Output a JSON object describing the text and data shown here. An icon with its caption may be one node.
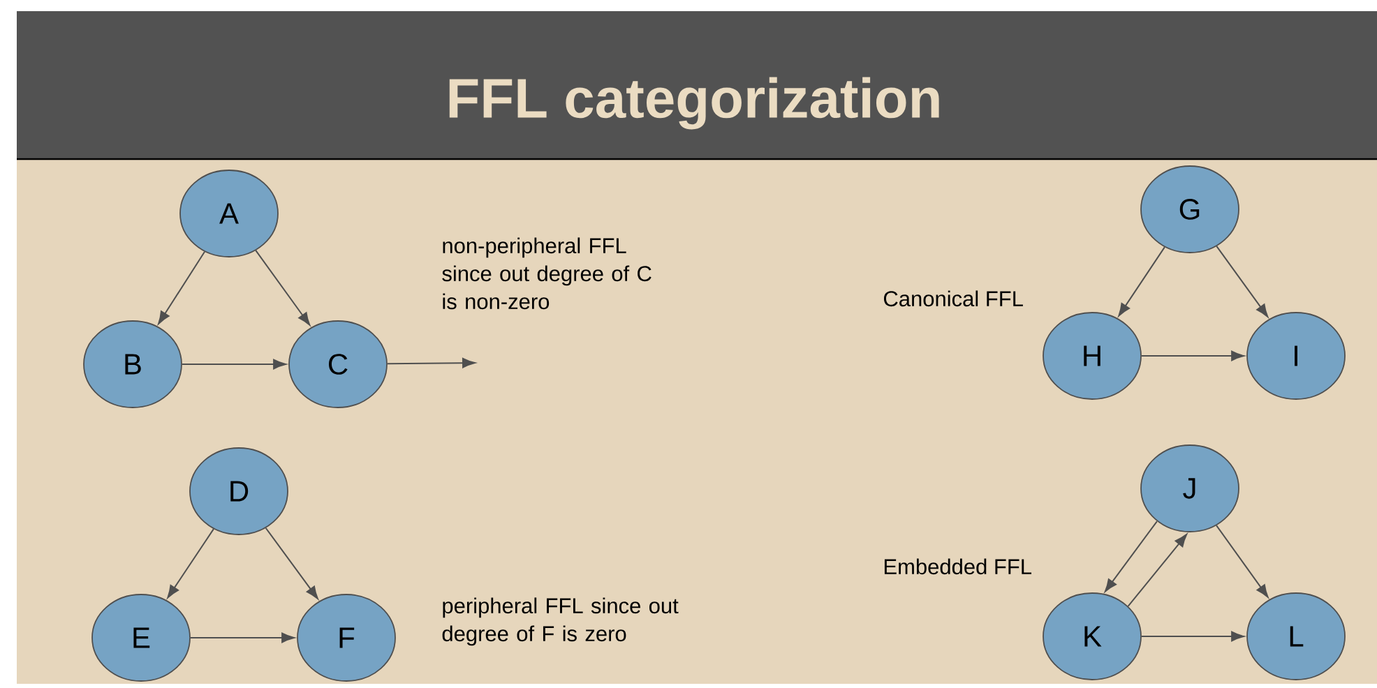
{
  "diagram": {
    "title": "FFL categorization",
    "nodes": [
      {
        "text": [
          "A"
        ]
      },
      {
        "text": [
          "B"
        ]
      },
      {
        "text": [
          "C"
        ]
      },
      {
        "text": [
          "D"
        ]
      },
      {
        "text": [
          "E"
        ]
      },
      {
        "text": [
          "F"
        ]
      },
      {
        "text": [
          "G"
        ]
      },
      {
        "text": [
          "H"
        ]
      },
      {
        "text": [
          "I"
        ]
      },
      {
        "text": [
          "J"
        ]
      },
      {
        "text": [
          "K"
        ]
      },
      {
        "text": [
          "L"
        ]
      }
    ],
    "edges": [
      {
        "from": 0,
        "to": 1,
        "arrow": "to"
      },
      {
        "from": 0,
        "to": 2,
        "arrow": "to"
      },
      {
        "from": 1,
        "to": 2,
        "arrow": "to"
      },
      {
        "from": 2,
        "to": null,
        "arrow": "to"
      },
      {
        "from": 3,
        "to": 4,
        "arrow": "to"
      },
      {
        "from": 3,
        "to": 5,
        "arrow": "to"
      },
      {
        "from": 4,
        "to": 5,
        "arrow": "to"
      },
      {
        "from": 6,
        "to": 7,
        "arrow": "to"
      },
      {
        "from": 6,
        "to": 8,
        "arrow": "to"
      },
      {
        "from": 7,
        "to": 8,
        "arrow": "to"
      },
      {
        "from": 9,
        "to": 10,
        "arrow": "to"
      },
      {
        "from": 10,
        "to": 9,
        "arrow": "to"
      },
      {
        "from": 9,
        "to": 11,
        "arrow": "to"
      },
      {
        "from": 10,
        "to": 11,
        "arrow": "to"
      }
    ],
    "labels": [
      "non-peripheral FFL since out degree of C is non-zero",
      "Canonical FFL",
      "Embedded FFL",
      "peripheral FFL since out degree of F is zero"
    ]
  }
}
